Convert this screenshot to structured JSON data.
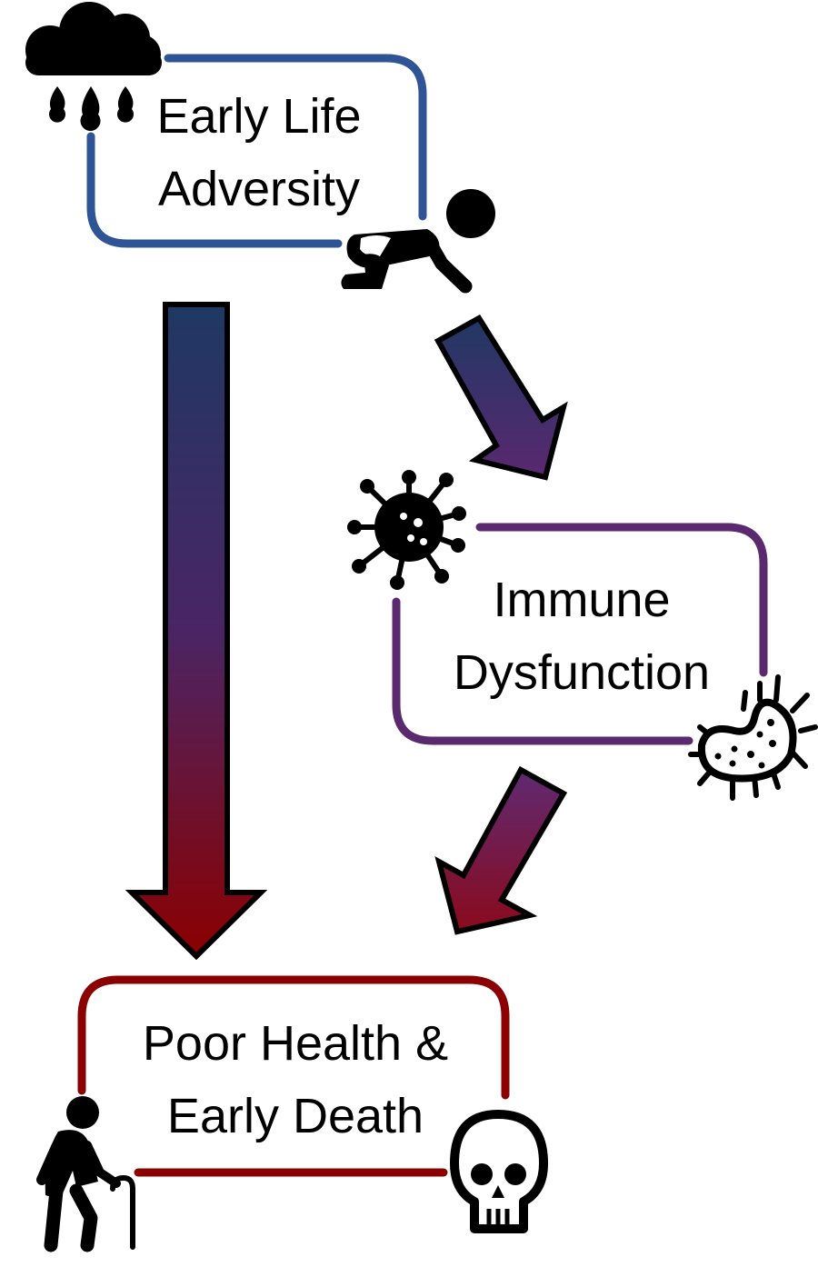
{
  "nodes": {
    "early_life": {
      "line1": "Early Life",
      "line2": "Adversity",
      "color": "#2E5496"
    },
    "immune": {
      "line1": "Immune",
      "line2": "Dysfunction",
      "color": "#5B2A6E"
    },
    "poor_health": {
      "line1": "Poor Health &",
      "line2": "Early Death",
      "color": "#8B0000"
    }
  },
  "icons": [
    "rain-cloud-icon",
    "crawling-baby-icon",
    "virus-icon",
    "bacteria-icon",
    "elderly-person-with-cane-icon",
    "skull-icon"
  ],
  "arrow_gradient": {
    "start": "#1F3864",
    "mid": "#4A2565",
    "end": "#8B0000"
  }
}
